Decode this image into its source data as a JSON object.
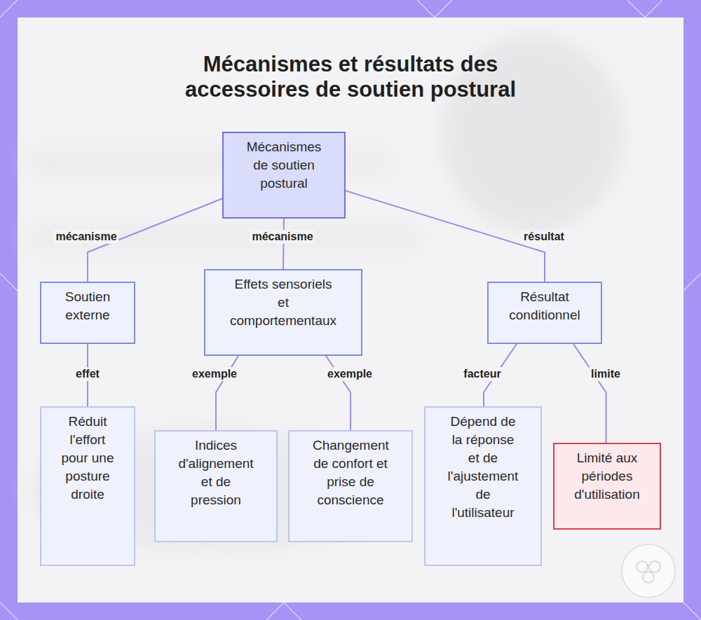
{
  "diagram": {
    "title": "Mécanismes et résultats des accessoires de soutien postural",
    "nodes": [
      {
        "text": [
          "Mécanismes de soutien postural"
        ]
      },
      {
        "text": [
          "Soutien externe"
        ]
      },
      {
        "text": [
          "Effets sensoriels et comportementaux"
        ]
      },
      {
        "text": [
          "Résultat conditionnel"
        ]
      },
      {
        "text": [
          "Réduit l'effort pour une posture droite"
        ]
      },
      {
        "text": [
          "Indices d'alignement et de pression"
        ]
      },
      {
        "text": [
          "Changement de confort et prise de conscience"
        ]
      },
      {
        "text": [
          "Dépend de la réponse et de l'ajustement de l'utilisateur"
        ]
      },
      {
        "text": [
          "Limité aux périodes d'utilisation"
        ]
      }
    ],
    "edges": [
      {
        "from": 0,
        "to": 1,
        "label": "mécanisme",
        "arrow": "none"
      },
      {
        "from": 0,
        "to": 2,
        "label": "mécanisme",
        "arrow": "none"
      },
      {
        "from": 0,
        "to": 3,
        "label": "résultat",
        "arrow": "none"
      },
      {
        "from": 1,
        "to": 4,
        "label": "effet",
        "arrow": "none"
      },
      {
        "from": 2,
        "to": 5,
        "label": "exemple",
        "arrow": "none"
      },
      {
        "from": 2,
        "to": 6,
        "label": "exemple",
        "arrow": "none"
      },
      {
        "from": 3,
        "to": 7,
        "label": "facteur",
        "arrow": "none"
      },
      {
        "from": 3,
        "to": 8,
        "label": "limite",
        "arrow": "none"
      }
    ]
  }
}
